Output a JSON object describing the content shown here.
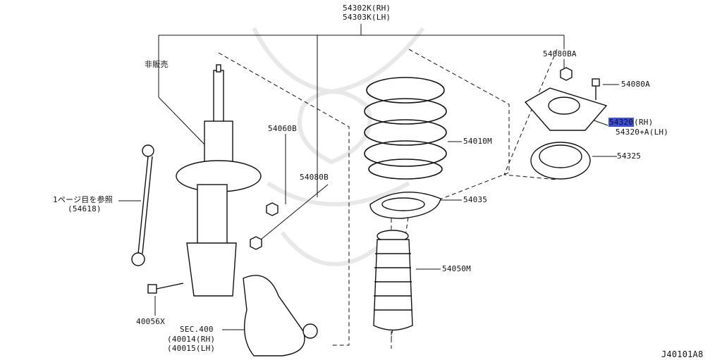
{
  "diagram_id": "J40101A8",
  "labels": {
    "strut_assembly_rh": "54302K(RH)",
    "strut_assembly_lh": "54303K(LH)",
    "not_sold": "非販売",
    "see_page_1": "1ページ目を参照",
    "stabilizer_link": "(54618)",
    "bolt_40056x": "40056X",
    "section_ref": "SEC.400",
    "knuckle_rh": "(40014(RH)",
    "knuckle_lh": "(40015(LH)",
    "nut_54060b": "54060B",
    "nut_54080b": "54080B",
    "coil_spring": "54010M",
    "spring_seat": "54035",
    "bound_bumper": "54050M",
    "nut_54080ba": "54080BA",
    "bolt_54080a": "54080A",
    "mount_insulator_part": "54320",
    "mount_insulator_rh_suffix": "(RH)",
    "mount_insulator_lh": "54320+A(LH)",
    "bearing": "54325"
  },
  "colors": {
    "highlight": "#3c4fd8",
    "line": "#111111",
    "watermark": "#e6e6e6"
  }
}
